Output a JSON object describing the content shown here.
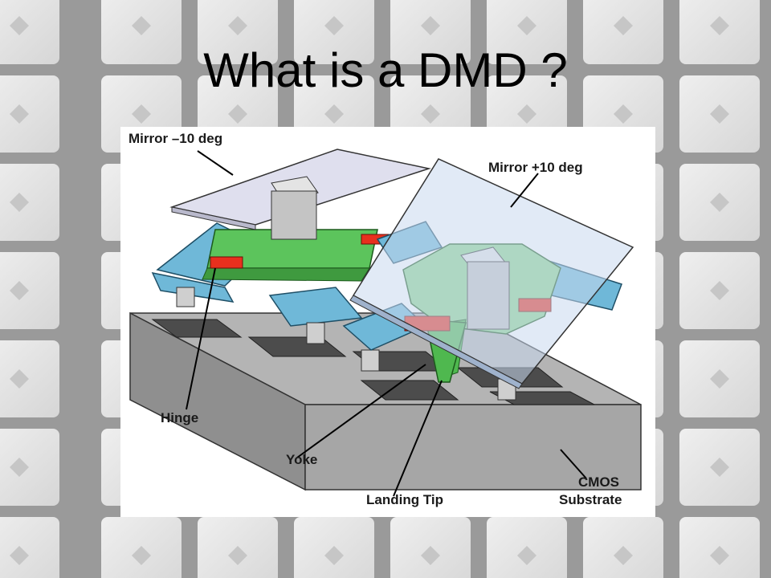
{
  "slide": {
    "title": "What is a DMD ?"
  },
  "diagram": {
    "labels": {
      "mirror_minus": "Mirror –10 deg",
      "mirror_plus": "Mirror +10 deg",
      "hinge": "Hinge",
      "yoke": "Yoke",
      "landing_tip": "Landing Tip",
      "cmos_line1": "CMOS",
      "cmos_line2": "Substrate"
    },
    "colors": {
      "substrate": "#8e8e8e",
      "electrode_blue": "#6fb8d8",
      "yoke_green": "#5cc45c",
      "hinge_red": "#e8301e",
      "mirror_glass": "#c8d8ee"
    }
  }
}
